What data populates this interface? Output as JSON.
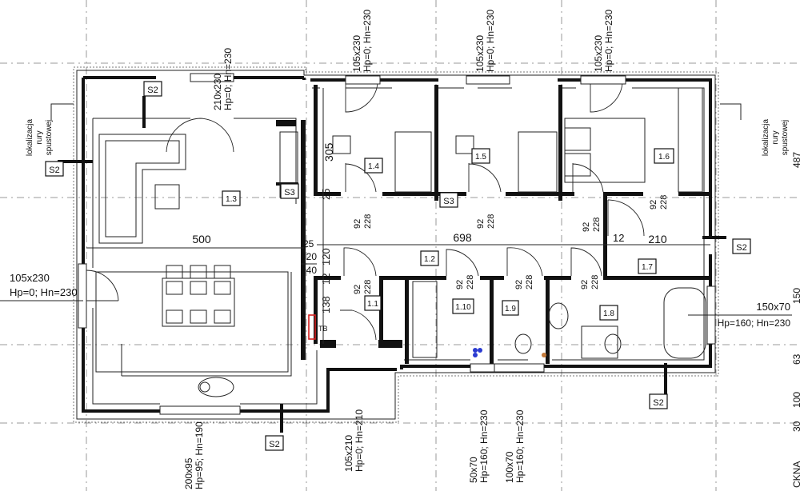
{
  "rooms": {
    "r13": "1.3",
    "r14": "1.4",
    "r15": "1.5",
    "r16": "1.6",
    "r17": "1.7",
    "r12": "1.2",
    "r11": "1.1",
    "r110": "1.10",
    "r19": "1.9",
    "r18": "1.8"
  },
  "downpipe_label_left": [
    "lokalizacja",
    "rury",
    "spustowej"
  ],
  "downpipe_label_right": [
    "lokalizacja",
    "rury",
    "spustowej"
  ],
  "column_tags": {
    "s2_top": "S2",
    "s2_left": "S2",
    "s3_living": "S3",
    "s3_room15": "S3",
    "s2_right": "S2",
    "s2_bottom_right": "S2",
    "s2_bottom": "S2"
  },
  "tb": "TB",
  "windows": {
    "living_top": {
      "size": "210x230",
      "params": "Hp=0; Hn=230"
    },
    "room14": {
      "size": "105x230",
      "params": "Hp=0; Hn=230"
    },
    "room15": {
      "size": "105x230",
      "params": "Hp=0; Hn=230"
    },
    "room16": {
      "size": "105x230",
      "params": "Hp=0; Hn=230"
    },
    "left_door": {
      "size": "105x230",
      "params": "Hp=0; Hn=230"
    },
    "bath": {
      "size": "150x70",
      "params": "Hp=160; Hn=230"
    },
    "entry": {
      "size": "105x210",
      "params": "Hp=0; Hn=210"
    },
    "kitchen": {
      "size": "200x95",
      "params": "Hp=95; Hn=190"
    },
    "wc110": {
      "size": "50x70",
      "params": "Hp=160; Hn=230"
    },
    "wc19": {
      "size": "100x70",
      "params": "Hp=160; Hn=230"
    }
  },
  "dims": {
    "d500": "500",
    "d698": "698",
    "d210": "210",
    "d305": "305",
    "d25a": "25",
    "d25b": "25",
    "d120a": "120",
    "d120b": "120",
    "d240": "240",
    "d12a": "12",
    "d12b": "12",
    "d138": "138"
  },
  "doors": {
    "door14": [
      "92",
      "228"
    ],
    "door15": [
      "92",
      "228"
    ],
    "door16": [
      "92",
      "228"
    ],
    "door17": [
      "92",
      "228"
    ],
    "door11": [
      "92",
      "228"
    ],
    "door110": [
      "92",
      "228"
    ],
    "door19": [
      "92",
      "228"
    ],
    "door18": [
      "92",
      "228"
    ]
  },
  "edge_dims": [
    "487",
    "150",
    "63",
    "100",
    "30"
  ],
  "edge_text_bottom": "CKNA"
}
